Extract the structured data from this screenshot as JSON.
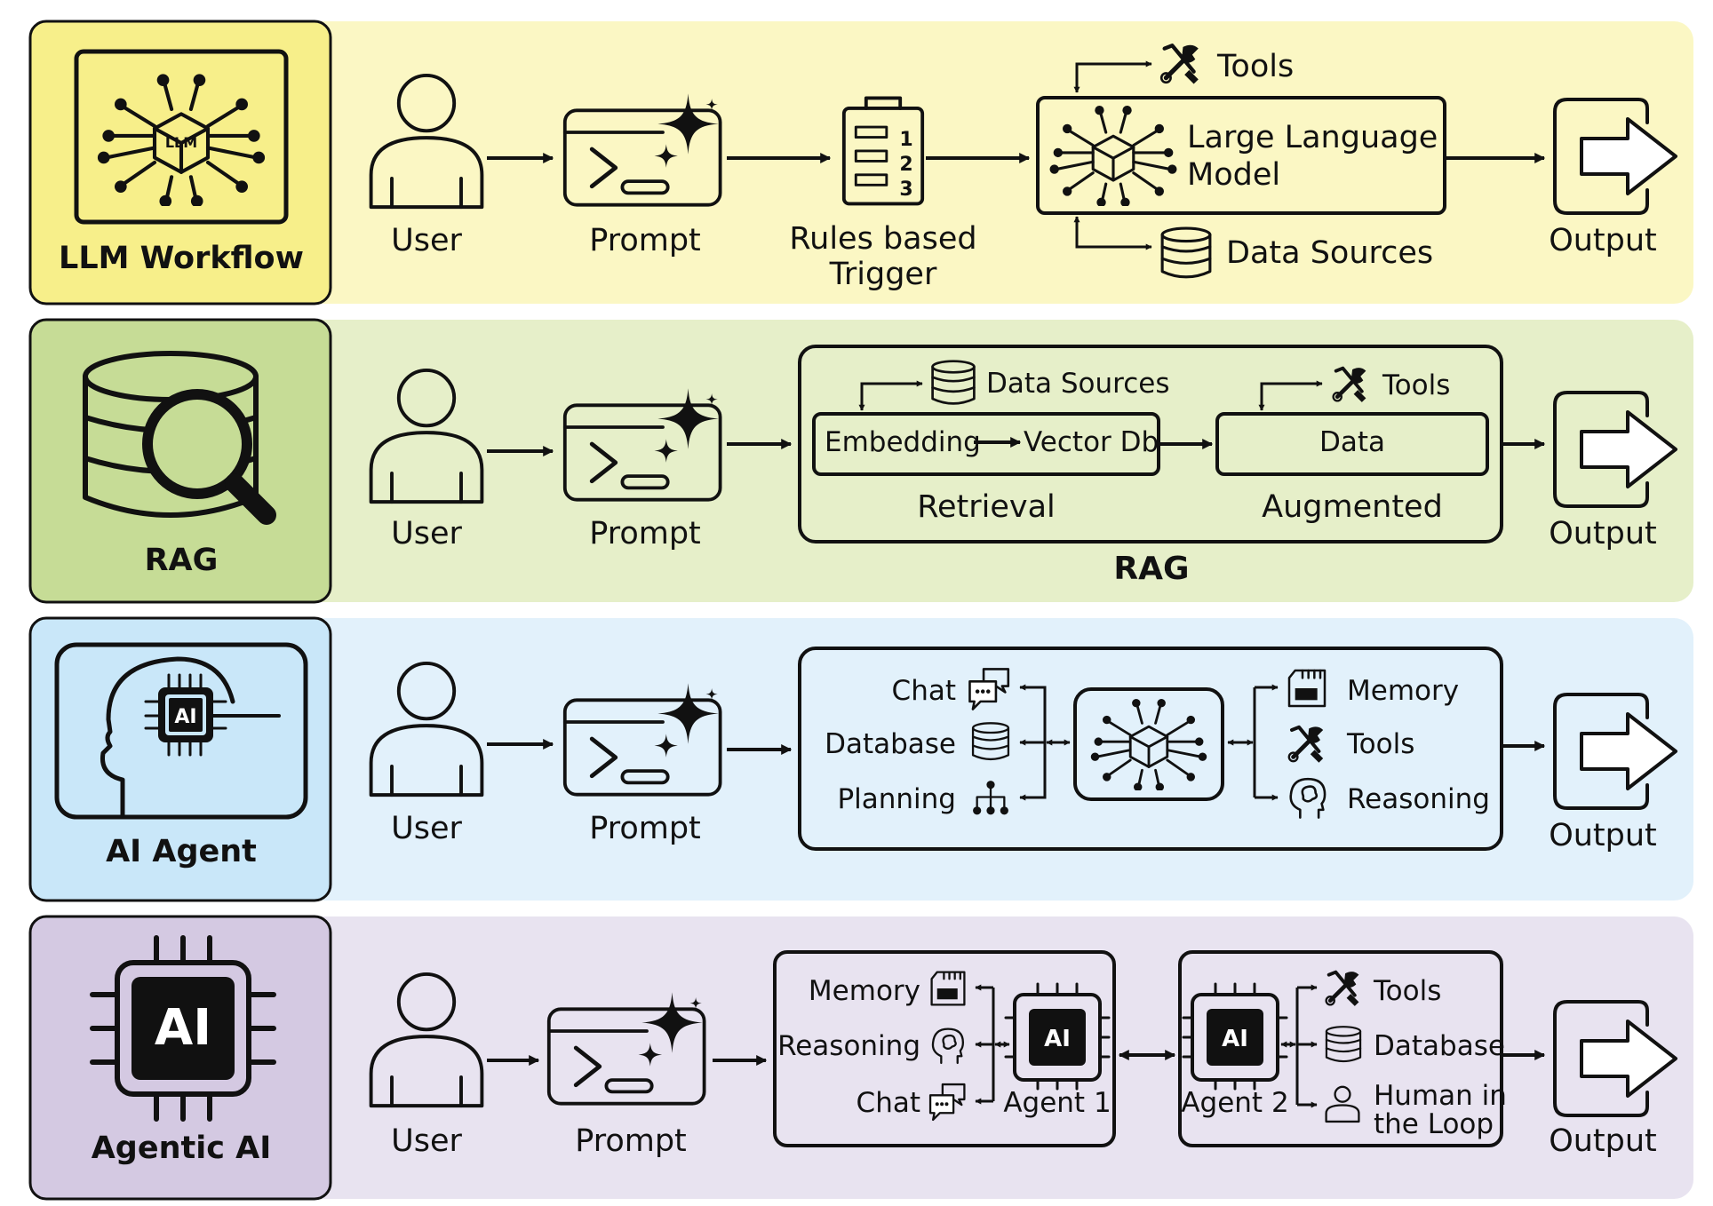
{
  "colors": {
    "llm_bg": "#fbf7c4",
    "llm_card": "#f7ef8a",
    "rag_bg": "#e6efc9",
    "rag_card": "#c6dc96",
    "agent_bg": "#e2f1fb",
    "agent_card": "#c9e7f9",
    "agentic_bg": "#e8e3f0",
    "agentic_card": "#d4c9e2",
    "ink": "#111111"
  },
  "rows": {
    "llm": {
      "title": "LLM Workflow",
      "card_icon": "llm-chip-icon",
      "user": "User",
      "prompt": "Prompt",
      "trigger_line1": "Rules based",
      "trigger_line2": "Trigger",
      "trigger_list": [
        "1",
        "2",
        "3"
      ],
      "tools": "Tools",
      "model_line1": "Large Language",
      "model_line2": "Model",
      "data_sources": "Data Sources",
      "output": "Output"
    },
    "rag": {
      "title": "RAG",
      "card_icon": "database-search-icon",
      "user": "User",
      "prompt": "Prompt",
      "data_sources": "Data Sources",
      "tools": "Tools",
      "embedding": "Embedding",
      "vector_db": "Vector Db",
      "data": "Data",
      "retrieval": "Retrieval",
      "augmented": "Augmented",
      "section_title": "RAG",
      "output": "Output"
    },
    "agent": {
      "title": "AI Agent",
      "card_icon": "ai-head-icon",
      "chip_text": "AI",
      "user": "User",
      "prompt": "Prompt",
      "chat": "Chat",
      "database": "Database",
      "planning": "Planning",
      "memory": "Memory",
      "tools": "Tools",
      "reasoning": "Reasoning",
      "output": "Output"
    },
    "agentic": {
      "title": "Agentic AI",
      "card_icon": "ai-chip-icon",
      "chip_text": "AI",
      "user": "User",
      "prompt": "Prompt",
      "memory": "Memory",
      "reasoning": "Reasoning",
      "chat": "Chat",
      "agent1": "Agent 1",
      "agent1_chip": "AI",
      "agent2": "Agent 2",
      "agent2_chip": "AI",
      "tools": "Tools",
      "database": "Database",
      "human_line1": "Human in",
      "human_line2": "the Loop",
      "output": "Output"
    }
  }
}
